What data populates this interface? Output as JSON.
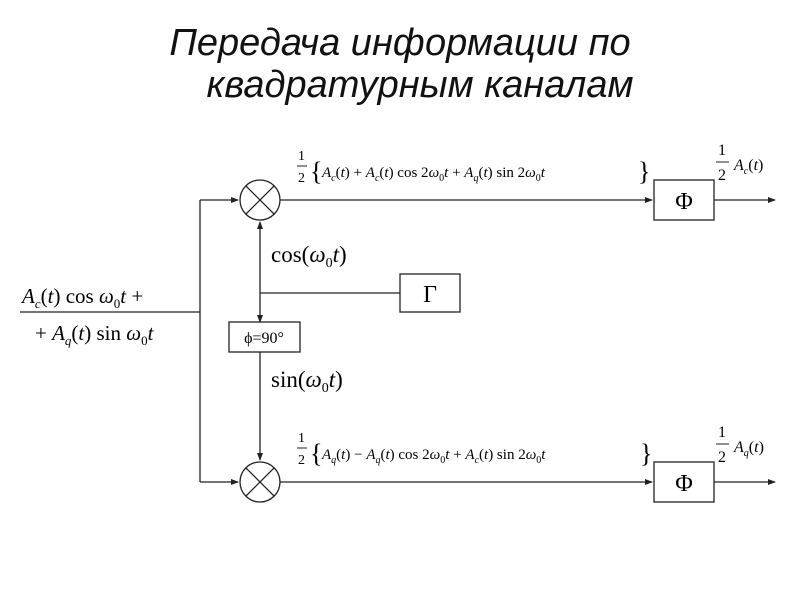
{
  "title": {
    "line1": "Передача информации по",
    "line2": "квадратурным каналам"
  },
  "blocks": {
    "generator_label": "Γ",
    "phase_shifter_label": "ϕ=90°",
    "filter_top_label": "Φ",
    "filter_bottom_label": "Φ"
  },
  "signals": {
    "input_line1": "A_c(t) cos ω_0 t +",
    "input_line2": "+ A_q(t) sin ω_0 t",
    "carrier_cos": "cos(ω_0 t)",
    "carrier_sin": "sin(ω_0 t)",
    "mixer_top_output": "1/2 {A_c(t) + A_c(t) cos 2ω_0 t + A_q(t) sin 2ω_0 t}",
    "mixer_bottom_output": "1/2 {A_q(t) − A_q(t) cos 2ω_0 t + A_c(t) sin 2ω_0 t}",
    "output_top": "1/2 A_c(t)",
    "output_bottom": "1/2 A_q(t)"
  }
}
